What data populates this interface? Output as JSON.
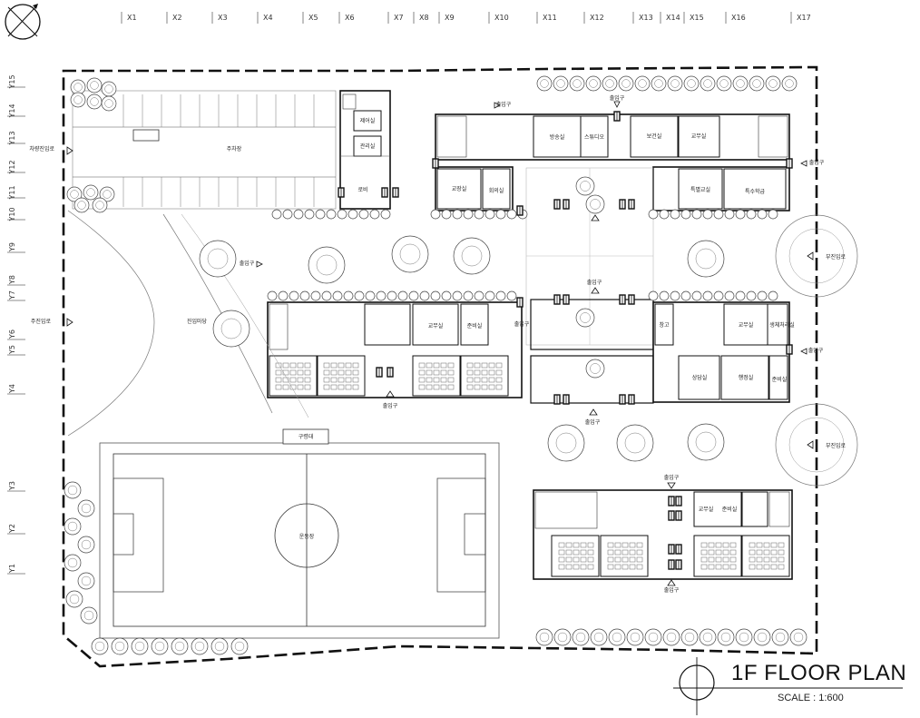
{
  "title": "1F FLOOR PLAN",
  "scale": "SCALE : 1:600",
  "grid_x": [
    "X1",
    "X2",
    "X3",
    "X4",
    "X5",
    "X6",
    "X7",
    "X8",
    "X9",
    "X10",
    "X11",
    "X12",
    "X13",
    "X14",
    "X15",
    "X16",
    "X17"
  ],
  "grid_y": [
    "Y15",
    "Y14",
    "Y13",
    "Y12",
    "Y11",
    "Y10",
    "Y9",
    "Y8",
    "Y7",
    "Y6",
    "Y5",
    "Y4",
    "Y3",
    "Y2",
    "Y1"
  ],
  "rooms": {
    "parking": "주차장",
    "control": "제어실",
    "management": "관리실",
    "lobby": "로비",
    "broadcast": "방송실",
    "studio": "스튜디오",
    "health": "보건실",
    "staff_nw": "교무실",
    "principal": "교장실",
    "meeting": "회의실",
    "special_class": "특별교실",
    "special_school": "특수학급",
    "staff_center": "교무실",
    "prep_center": "준비실",
    "storage": "창고",
    "staff_east": "교무실",
    "ergonomics": "생체처리실",
    "counsel": "상담실",
    "admin": "행정실",
    "prep_east": "준비실",
    "staff_se": "교무실",
    "prep_se": "준비실",
    "garden": "진입마당",
    "podium": "구령대",
    "field": "운동장"
  },
  "entrances": {
    "main": "출입구",
    "vehicle": "차량진입로",
    "main_approach": "주진입로",
    "sub_approach": "부진입로"
  },
  "icons": {
    "north_arrow": "north-arrow-icon",
    "door": "door-icon",
    "entry_marker": "entry-triangle-icon",
    "tree": "tree-icon",
    "stairs": "stairs-icon"
  },
  "colors": {
    "line": "#111111",
    "paper": "#ffffff",
    "tree": "#444444"
  }
}
